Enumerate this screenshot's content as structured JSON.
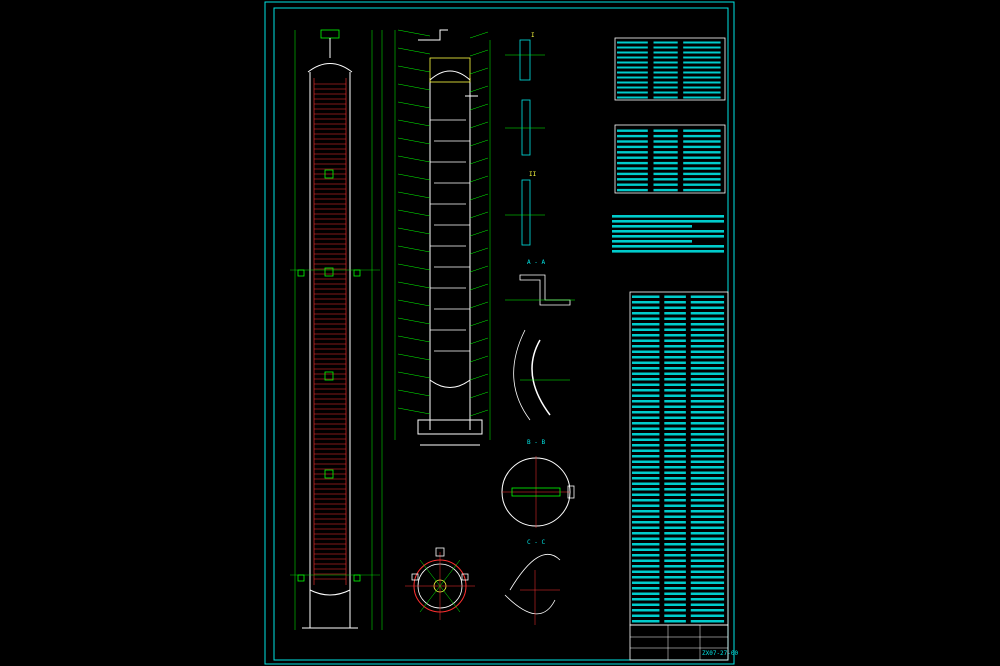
{
  "colors": {
    "background": "#000000",
    "frame": "#00e5e5",
    "outline": "#ffffff",
    "dimension": "#00ff00",
    "tray": "#ff3030",
    "detail": "#ffff40",
    "table_text": "#ffffff",
    "table_fill": "#00cccc"
  },
  "drawing": {
    "section_labels": {
      "a": "A - A",
      "b": "B - B",
      "c": "C - C",
      "view": "I",
      "view2": "II"
    },
    "title_block": {
      "drawing_number": "ZX07-27-00"
    }
  },
  "icons": {
    "column_elevation": "tower-elevation-icon",
    "column_section": "tower-section-icon",
    "plan_view": "plan-view-icon",
    "detail_view": "detail-view-icon"
  }
}
